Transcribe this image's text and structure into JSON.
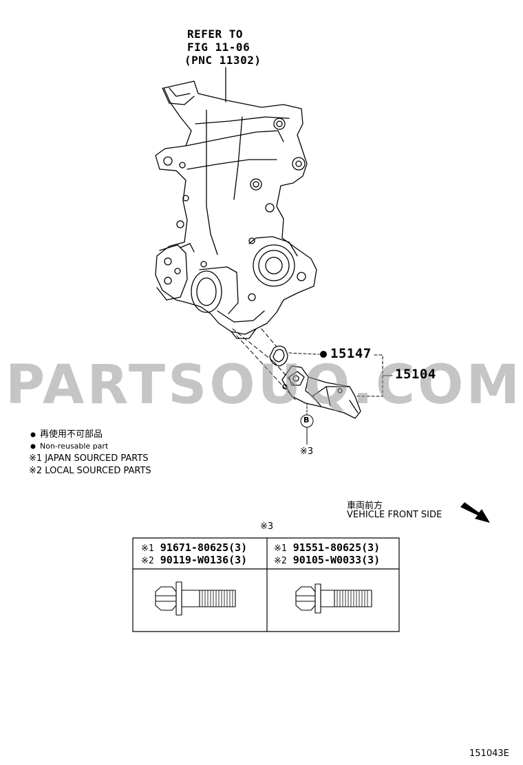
{
  "reference": {
    "line1": "REFER TO",
    "line2": "FIG 11-06",
    "line3": "(PNC 11302)"
  },
  "parts": {
    "gasket_no": "15147",
    "strainer_no": "15104",
    "bolt_callout": "B",
    "bolt_note": "※3"
  },
  "watermark": "PARTSOUQ.COM",
  "legend": {
    "jp_nonreusable": "再使用不可部品",
    "en_nonreusable": "Non-reusable part",
    "japan_sourced": "※1 JAPAN SOURCED PARTS",
    "local_sourced": "※2 LOCAL SOURCED PARTS"
  },
  "direction": {
    "jp": "車両前方",
    "en": "VEHICLE FRONT SIDE"
  },
  "bolt_table": {
    "title": "※3",
    "columns": [
      {
        "row1_mark": "※1",
        "row1_part": "91671-80625(3)",
        "row2_mark": "※2",
        "row2_part": "90119-W0136(3)"
      },
      {
        "row1_mark": "※1",
        "row1_part": "91551-80625(3)",
        "row2_mark": "※2",
        "row2_part": "90105-W0033(3)"
      }
    ]
  },
  "figure_id": "151043E"
}
